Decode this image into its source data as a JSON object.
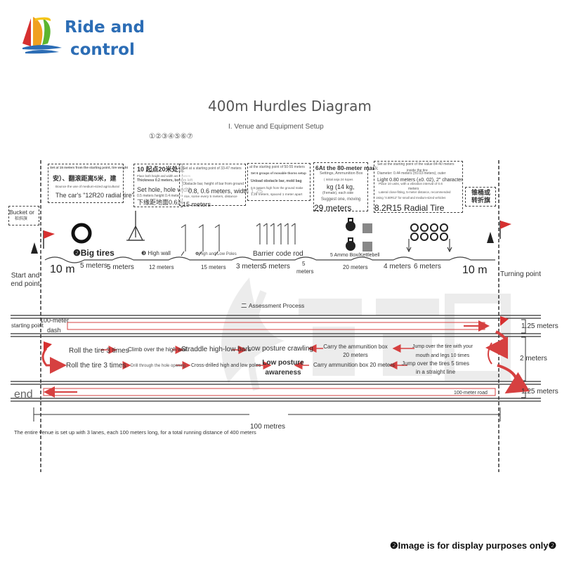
{
  "logo": {
    "line1": "Ride and",
    "line2": "control"
  },
  "title": "400m Hurdles Diagram",
  "section1": "I. Venue and Equipment Setup",
  "numbers": "①②③④⑤⑥⑦",
  "callouts": {
    "c1": {
      "line1": "Set at 15 meters from the starting point, tire weight",
      "line2": "安）、翻滚距离5米，建",
      "line3": "Bounce the use of medium-sized agricultural",
      "line4": "The car's \"12R20 radial tire\""
    },
    "c2": {
      "line1": "10 起点20米处设",
      "line2": "Place both height and width are 2 meters",
      "line3": "Thickness 0.2 meters, bottom left",
      "line4": "Set hole, hole width",
      "line5": "0.5 meters height 0.4 meters",
      "line6": "下缘距地面0.6米"
    },
    "c3": {
      "line1": "Set at a starting point of 33-47 meters",
      "line2": "Obstacle bar, height of bar from ground",
      "line3": "0.8, 0.6 meters, width 1.25",
      "line4": "rice, some every 5 meters, distance",
      "line5": "15 meters"
    },
    "c4": {
      "line1": "at the starting point of 50-55 meters",
      "line2": "Set 6 groups of movable thorns setup",
      "line3": "Unload obstacle bar, mold bag",
      "line4": "0.5 meters high from the ground make",
      "line5": "1.25 meters, spaced 1 meter apart"
    },
    "c5": {
      "line1": "6At the 80-meter mark",
      "line2": "Settings, Ammunition Box",
      "line3": "( Initial anja 24 kopes",
      "line4": "kg (14 kg,",
      "line5": "(Female), each side",
      "line6": "Suggest one, moving",
      "line7": "29 meters"
    },
    "c6": {
      "line1": "Set at the starting point of the value 84-40 meters",
      "line2": "inside the tire",
      "line3": "Diameter: 0.44 meters (±0.03 meters), outer",
      "line4": "Light 0.80 meters (±0. 02), 2\" character",
      "line5": "Place 10 units, with a vibration interval of 0.6",
      "line6": "meters",
      "line7": "Lateral close-fitting, 5-meter distance, recommended",
      "line8": "Using \"4.50R12\" for small and medium-sized vehicles",
      "line9": "8.2R15 Radial Tire"
    },
    "bucket": {
      "line1": "Bucket or",
      "line2": "桩斜旗"
    },
    "turn": {
      "line1": "锥桶或",
      "line2": "转折旗"
    }
  },
  "track": {
    "big_tires": "❷Big tires",
    "high_wall": "❸ High wall",
    "poles": "❹High and Low Poles",
    "barrier": "Barrier code rod",
    "ammo": "5 Ammo Box/Kettlebell",
    "start_end": "Start and end point",
    "turning": "Turning point",
    "d_10m_left": "10 m",
    "d_5m_a": "5 meters",
    "d_5m_b": "5 meters",
    "d_12m": "12 meters",
    "d_15m": "15 meters",
    "d_3m": "3 meters",
    "d_5m_c": "5 meters",
    "d_5m_d": "5",
    "d_meters": "meters",
    "d_20m": "20 meters",
    "d_4m": "4 meters",
    "d_6m": "6 meters",
    "d_10m_right": "10 m"
  },
  "assessment": {
    "title": "二 Assessment Process",
    "starting_point": "starting point",
    "dash_1": "100-meter",
    "dash_2": "dash",
    "m125_top": "1.25 meters",
    "m2": "2 meters",
    "m125_bot": "1.25 meters",
    "roll1": "Roll the tire 3 times",
    "climb": "Climb over the high wall",
    "straddle": "Straddle high-low bars",
    "low_crawl": "Low posture crawling",
    "carry1_a": "Carry the ammunition box",
    "carry1_b": "20 meters",
    "jump1_a": "Jump over the tire with your",
    "jump1_b": "mouth and legs 10 times",
    "roll2": "Roll the tire 3 times",
    "drill": "Drill through the hole opening",
    "cross": "Cross-drilled high and low poles",
    "aware_1": "Low posture",
    "aware_2": "awareness",
    "carry2": "Carry ammunition box 20 meters",
    "jump2_a": "Jump over the tires 5 times",
    "jump2_b": "in a straight line",
    "end": "end",
    "road": "100-meter road",
    "hundred": "100 metres",
    "note": "The entire venue is set up with 3 lanes, each 100 meters long, for a total running distance of 400 meters"
  },
  "disclaimer": "❷Image is for display purposes only❷"
}
